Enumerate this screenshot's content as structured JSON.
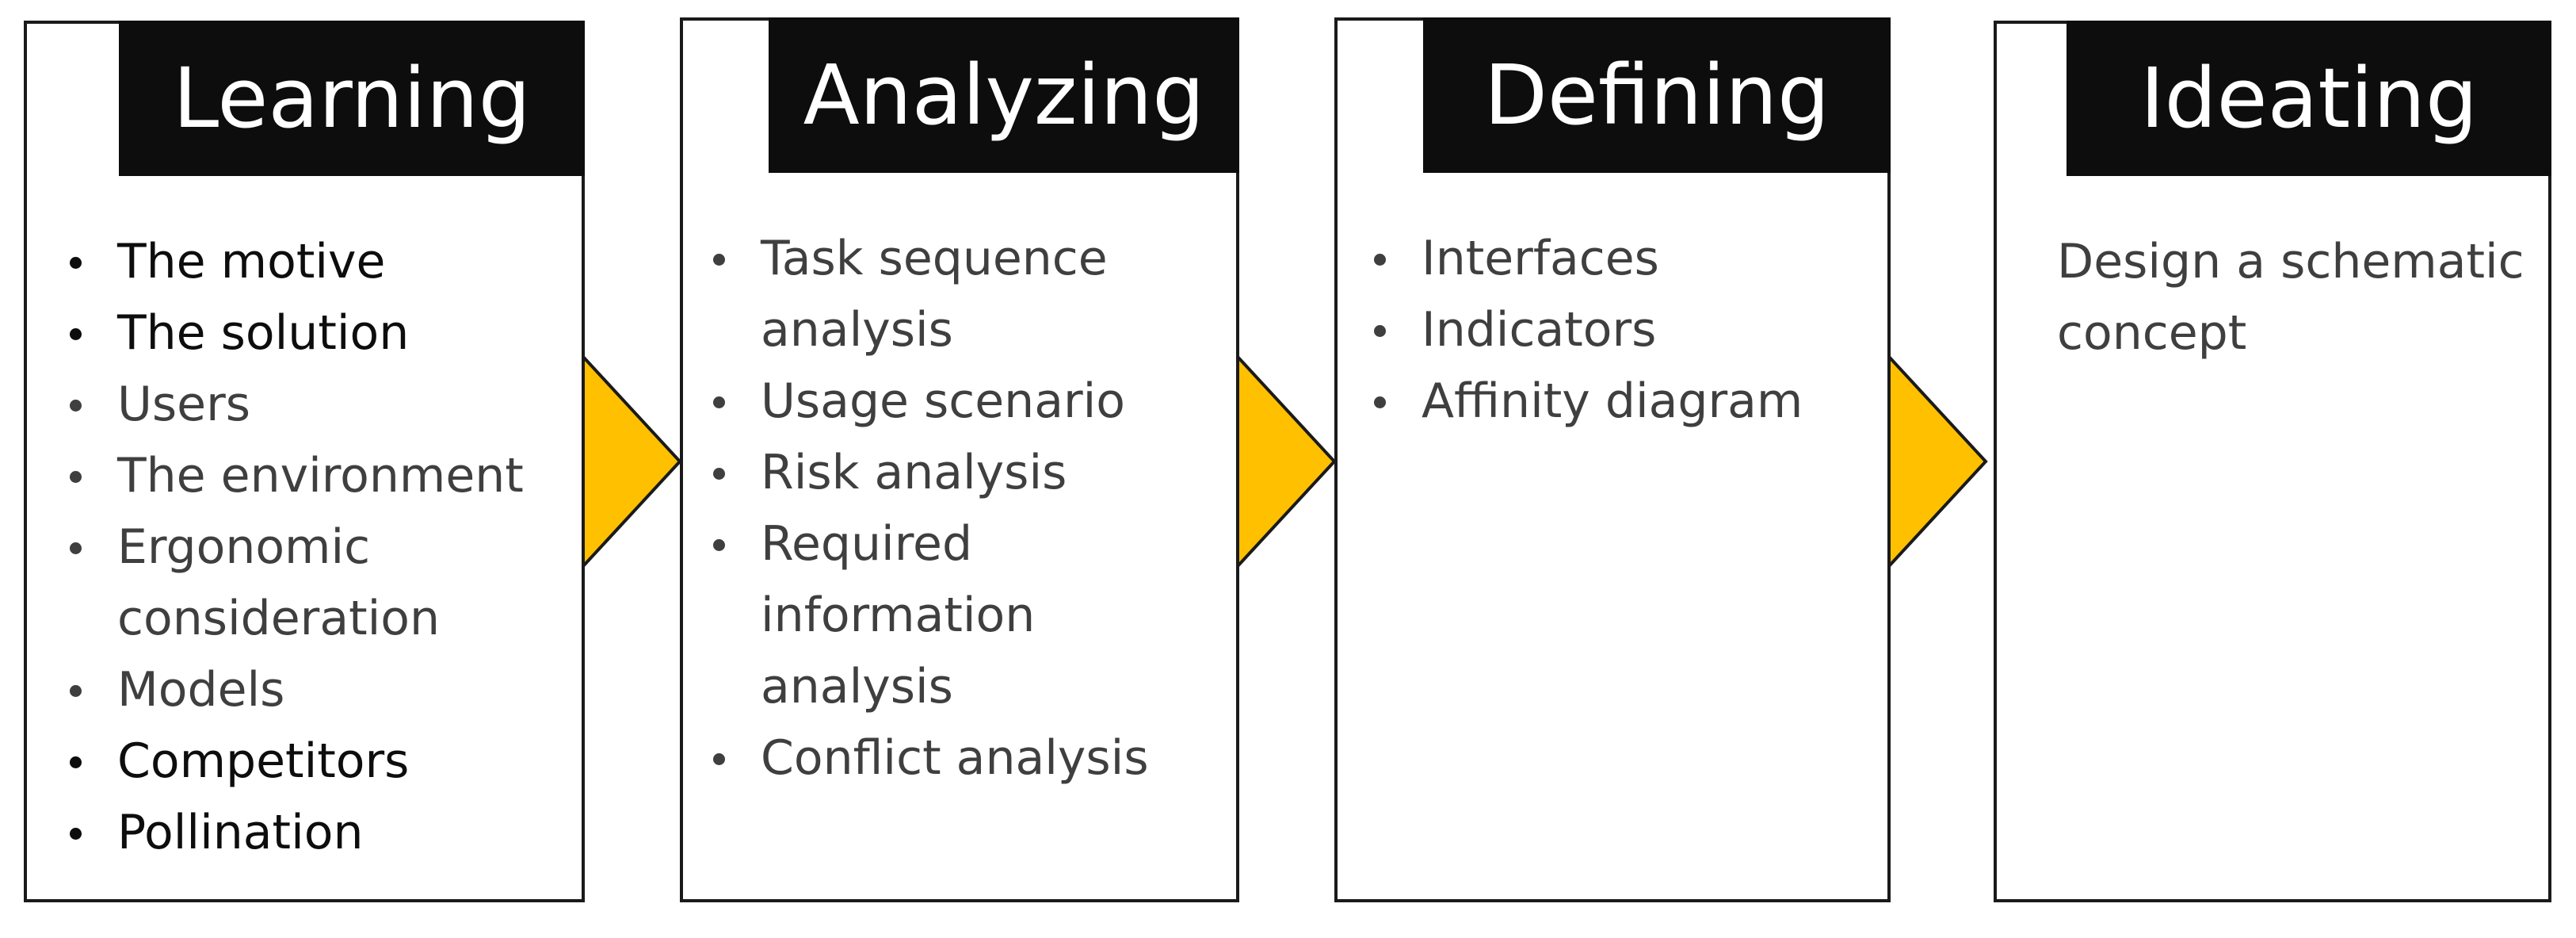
{
  "stages": [
    {
      "title": "Learning",
      "items": [
        {
          "text": "The motive",
          "tone": "dark"
        },
        {
          "text": "The solution",
          "tone": "dark"
        },
        {
          "text": "Users",
          "tone": "gray"
        },
        {
          "text": "The environment",
          "tone": "gray"
        },
        {
          "lines": [
            "Ergonomic",
            "consideration"
          ],
          "tone": "gray"
        },
        {
          "text": "Models",
          "tone": "gray"
        },
        {
          "text": "Competitors",
          "tone": "dark"
        },
        {
          "text": "Pollination",
          "tone": "dark"
        }
      ]
    },
    {
      "title": "Analyzing",
      "items": [
        {
          "lines": [
            "Task sequence",
            "analysis"
          ],
          "tone": "gray"
        },
        {
          "text": "Usage scenario",
          "tone": "gray"
        },
        {
          "text": "Risk analysis",
          "tone": "gray"
        },
        {
          "lines": [
            "Required",
            "information",
            "analysis"
          ],
          "tone": "gray"
        },
        {
          "text": "Conflict analysis",
          "tone": "gray"
        }
      ]
    },
    {
      "title": "Defining",
      "items": [
        {
          "text": "Interfaces",
          "tone": "gray"
        },
        {
          "text": "Indicators",
          "tone": "gray"
        },
        {
          "text": "Affinity diagram",
          "tone": "gray"
        }
      ]
    },
    {
      "title": "Ideating",
      "text_lines": [
        "Design a schematic",
        "concept"
      ]
    }
  ],
  "colors": {
    "arrow_fill": "#FFC000",
    "header_fill": "#0D0D0D",
    "border": "#1A1A1A",
    "text_dark": "#0D0D0D",
    "text_gray": "#3F3F3F"
  }
}
